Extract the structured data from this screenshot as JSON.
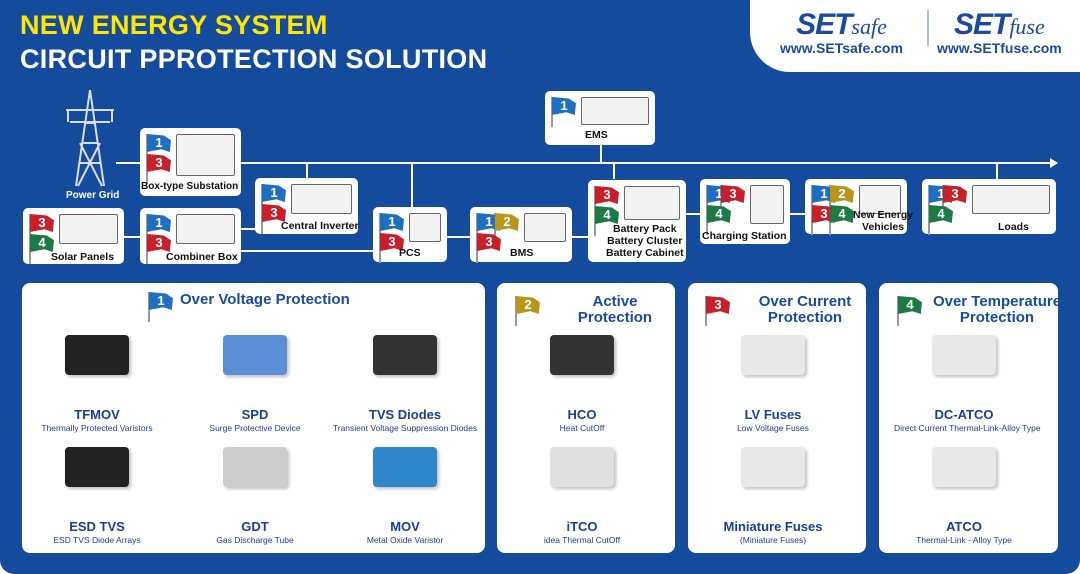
{
  "header": {
    "title_line1": "NEW ENERGY SYSTEM",
    "title_line2": "CIRCUIT PPROTECTION SOLUTION"
  },
  "logos": [
    {
      "brand": "SET",
      "suffix": "safe",
      "url": "www.SETsafe.com"
    },
    {
      "brand": "SET",
      "suffix": "fuse",
      "url": "www.SETfuse.com"
    }
  ],
  "colors": {
    "background": "#154b9d",
    "title_yellow": "#ffe600",
    "flag_1": "#1f6fc0",
    "flag_2": "#b8961c",
    "flag_3": "#c8202a",
    "flag_4": "#1d7a44"
  },
  "diagram": {
    "power_grid": "Power Grid",
    "nodes": [
      {
        "id": "substation",
        "label": "Box-type Substation",
        "flags": [
          "1",
          "3"
        ]
      },
      {
        "id": "central-inverter",
        "label": "Central Inverter",
        "flags": [
          "1",
          "3"
        ]
      },
      {
        "id": "solar-panels",
        "label": "Solar Panels",
        "flags": [
          "3",
          "4"
        ]
      },
      {
        "id": "combiner-box",
        "label": "Combiner Box",
        "flags": [
          "1",
          "3"
        ]
      },
      {
        "id": "pcs",
        "label": "PCS",
        "flags": [
          "1",
          "3"
        ]
      },
      {
        "id": "bms",
        "label": "BMS",
        "flags": [
          "1",
          "2",
          "3"
        ]
      },
      {
        "id": "ems",
        "label": "EMS",
        "flags": [
          "1"
        ]
      },
      {
        "id": "battery",
        "label": "Battery Pack\nBattery Cluster\nBattery Cabinet",
        "flags": [
          "3",
          "4"
        ]
      },
      {
        "id": "charging-station",
        "label": "Charging Station",
        "flags": [
          "1",
          "3",
          "4"
        ]
      },
      {
        "id": "new-energy-vehicles",
        "label": "New Energy\nVehicles",
        "flags": [
          "1",
          "2",
          "3",
          "4"
        ]
      },
      {
        "id": "loads",
        "label": "Loads",
        "flags": [
          "1",
          "3",
          "4"
        ]
      }
    ]
  },
  "categories": [
    {
      "num": "1",
      "title": "Over Voltage Protection",
      "products": [
        {
          "name": "TFMOV",
          "desc": "Thermally  Protected  Varistors"
        },
        {
          "name": "SPD",
          "desc": "Surge Protective Device"
        },
        {
          "name": "TVS Diodes",
          "desc": "Transient Voltage Suppression Diodes"
        },
        {
          "name": "ESD TVS",
          "desc": "ESD TVS Diode Arrays"
        },
        {
          "name": "GDT",
          "desc": "Gas Discharge Tube"
        },
        {
          "name": "MOV",
          "desc": "Metal Oxide Varistor"
        }
      ]
    },
    {
      "num": "2",
      "title": "Active\nProtection",
      "products": [
        {
          "name": "HCO",
          "desc": "Heat CutOff"
        },
        {
          "name": "iTCO",
          "desc": "idea Thermal CutOff"
        }
      ]
    },
    {
      "num": "3",
      "title": "Over Current\nProtection",
      "products": [
        {
          "name": "LV Fuses",
          "desc": "Low Voltage Fuses"
        },
        {
          "name": "Miniature Fuses",
          "desc": "(Miniature Fuses)"
        }
      ]
    },
    {
      "num": "4",
      "title": "Over Temperature\nProtection",
      "products": [
        {
          "name": "DC-ATCO",
          "desc": "Direct Current Thermal-Link-Alloy Type"
        },
        {
          "name": "ATCO",
          "desc": "Thermal-Link - Alloy Type"
        }
      ]
    }
  ]
}
